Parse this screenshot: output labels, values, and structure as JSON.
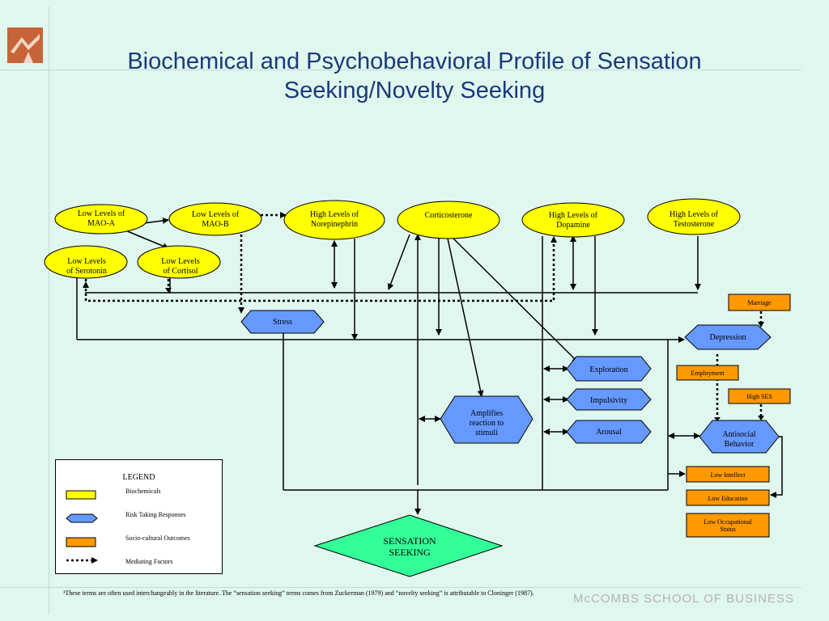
{
  "slide": {
    "title_line1": "Biochemical and Psychobehavioral Profile of Sensation",
    "title_line2": "Seeking/Novelty Seeking",
    "footnote": "¹These terms are often used interchangeably in the literature. The “sensation seeking” terms comes from Zuckerman (1979) and “novelty seeking” is attributable to Cloninger (1987).",
    "brand": "McCOMBS SCHOOL OF BUSINESS",
    "logo": "mccombs-logo"
  },
  "colors": {
    "background": "#e0f7ee",
    "biochemical": "#ffff00",
    "risk": "#6699ff",
    "outcome": "#ff9900",
    "sensation": "#33ff99",
    "title": "#1a3a7a"
  },
  "biochemicals": {
    "mao_a": "Low Levels of MAO-A",
    "mao_b": "Low Levels of MAO-B",
    "norepinephrine": "High Levels of Norepinephrin",
    "corticosterone": "Corticosterone",
    "dopamine": "High Levels of Dopamine",
    "testosterone": "High Levels of Testosterone",
    "serotonin": "Low Levels of Serotonin",
    "cortisol": "Low Levels of Cortisol"
  },
  "risk_responses": {
    "stress": "Stress",
    "depression": "Depression",
    "exploration": "Exploration",
    "impulsivity": "Impulsivity",
    "arousal": "Arousal",
    "amplifies": "Amplifies reaction to stimuli",
    "antisocial": "Antisocial Behavior"
  },
  "outcomes": {
    "marriage": "Marriage",
    "employment": "Employment",
    "high_ses": "High SES",
    "low_intellect": "Low Intellect",
    "low_education": "Low Education",
    "low_occupational": "Low Occupational Status"
  },
  "sensation_seeking": "SENSATION SEEKING",
  "legend": {
    "title": "LEGEND",
    "items": [
      "Biochemicals",
      "Risk Taking Responses",
      "Socio-cultural Outcomes",
      "Mediating Factors"
    ]
  }
}
